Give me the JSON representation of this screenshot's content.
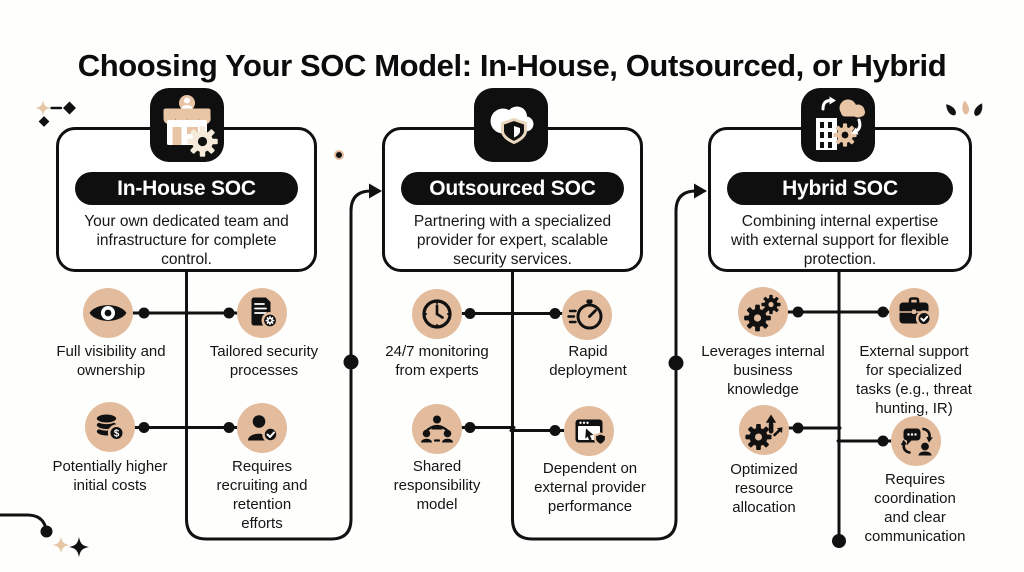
{
  "title": "Choosing Your SOC Model: In-House, Outsourced, or Hybrid",
  "colors": {
    "ink": "#111111",
    "accent_tan": "#e3bc9e",
    "card_bg": "#ffffff",
    "badge_bg": "#0f0f0f"
  },
  "columns": [
    {
      "id": "in-house",
      "badge_icon": "storefront-gear-icon",
      "card": {
        "title": "In-House SOC",
        "description": "Your own dedicated team and infrastructure for complete control."
      },
      "items": [
        {
          "icon": "eye-icon",
          "label": "Full visibility and ownership"
        },
        {
          "icon": "document-gear-icon",
          "label": "Tailored security processes"
        },
        {
          "icon": "coins-dollar-icon",
          "label": "Potentially higher initial costs"
        },
        {
          "icon": "person-check-icon",
          "label": "Requires recruiting and retention efforts"
        }
      ]
    },
    {
      "id": "outsourced",
      "badge_icon": "cloud-shield-icon",
      "card": {
        "title": "Outsourced SOC",
        "description": "Partnering with a specialized provider for expert, scalable security services."
      },
      "items": [
        {
          "icon": "clock-icon",
          "label": "24/7 monitoring from experts"
        },
        {
          "icon": "stopwatch-icon",
          "label": "Rapid deployment"
        },
        {
          "icon": "team-network-icon",
          "label": "Shared responsibility model"
        },
        {
          "icon": "browser-shield-icon",
          "label": "Dependent on external provider performance"
        }
      ]
    },
    {
      "id": "hybrid",
      "badge_icon": "building-cloud-sync-icon",
      "card": {
        "title": "Hybrid SOC",
        "description": "Combining internal expertise with external support for flexible protection."
      },
      "items": [
        {
          "icon": "double-gears-icon",
          "label": "Leverages internal business knowledge"
        },
        {
          "icon": "briefcase-check-icon",
          "label": "External support for specialized tasks (e.g., threat hunting, IR)"
        },
        {
          "icon": "gear-growth-icon",
          "label": "Optimized resource allocation"
        },
        {
          "icon": "chat-sync-person-icon",
          "label": "Requires coordination and clear communication"
        }
      ]
    }
  ],
  "decorations": {
    "top_left": [
      "tan-sparkle",
      "dash",
      "black-diamond",
      "black-diamond"
    ],
    "top_right": [
      "black-teardrop",
      "tan-teardrop",
      "black-teardrop"
    ],
    "middle": [
      "small-dot"
    ],
    "bottom_left": [
      "corner-curve-dot",
      "tan-sparkle",
      "black-sparkle"
    ]
  }
}
